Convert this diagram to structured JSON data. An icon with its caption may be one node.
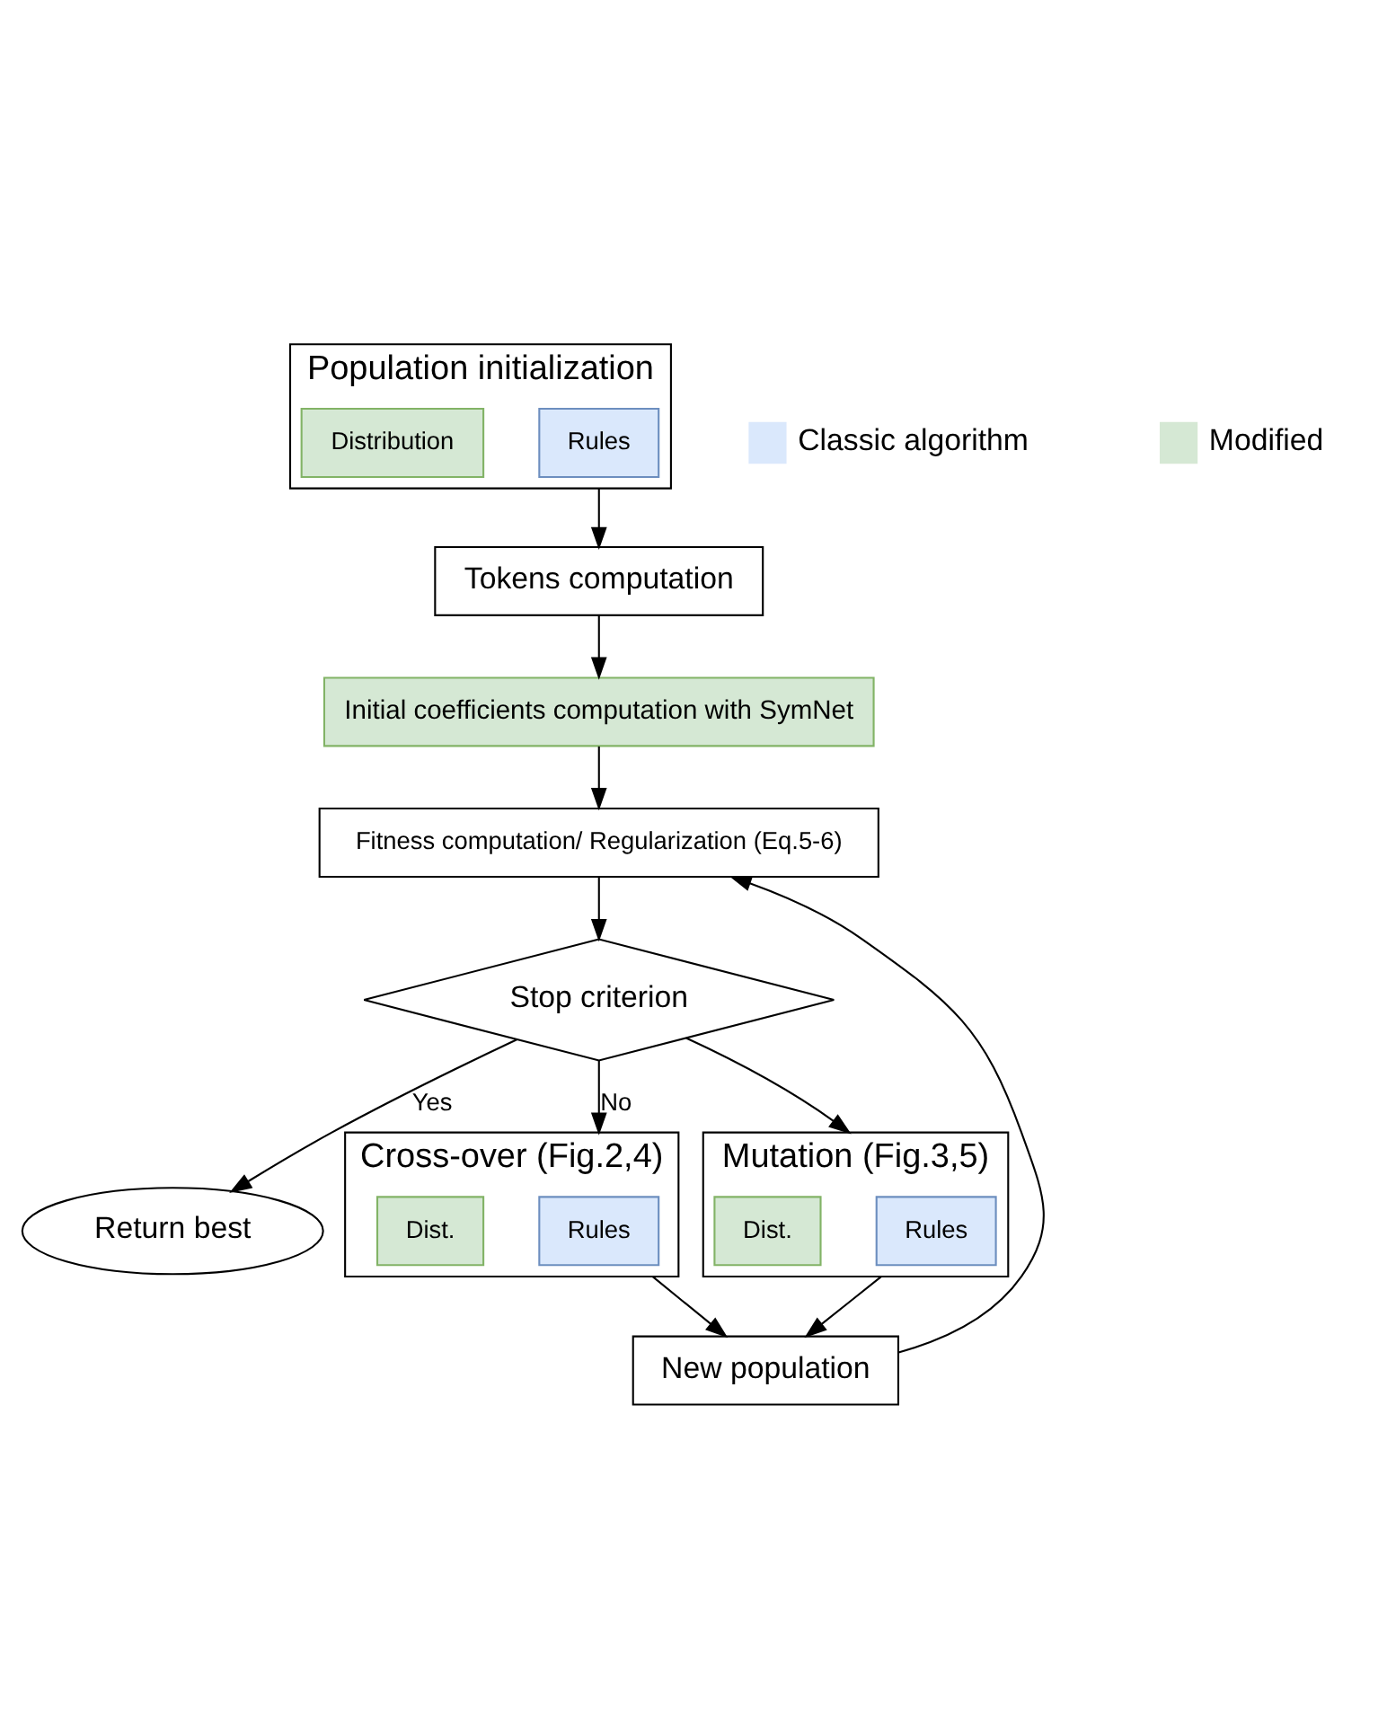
{
  "diagram": {
    "nodes": [
      {
        "text": [
          "Population initialization"
        ]
      },
      {
        "text": [
          "Rules"
        ],
        "in": 0
      },
      {
        "text": [
          "Distribution"
        ],
        "in": 0
      },
      {
        "text": [
          "Tokens computation"
        ]
      },
      {
        "text": [
          "Initial coefficients computation with SymNet"
        ]
      },
      {
        "text": [
          "Fitness computation/ Regularization (Eq.5-6)"
        ]
      },
      {
        "text": [
          "Stop criterion"
        ]
      },
      {
        "text": [
          "Return best"
        ]
      },
      {
        "text": [
          "Cross-over (Fig.2,4)"
        ]
      },
      {
        "text": [
          "Rules"
        ],
        "in": 8
      },
      {
        "text": [
          "Dist."
        ],
        "in": 8
      },
      {
        "text": [
          "Mutation (Fig.3,5)"
        ]
      },
      {
        "text": [
          "Rules"
        ],
        "in": 11
      },
      {
        "text": [
          "Dist."
        ],
        "in": 11
      },
      {
        "text": [
          "New population"
        ]
      }
    ],
    "edges": [
      {
        "from": 0,
        "to": 3,
        "arrow": "to"
      },
      {
        "from": 3,
        "to": 4,
        "arrow": "to"
      },
      {
        "from": 4,
        "to": 5,
        "arrow": "to"
      },
      {
        "from": 5,
        "to": 6,
        "arrow": "to"
      },
      {
        "from": 6,
        "to": 7,
        "arrow": "to",
        "label": "Yes"
      },
      {
        "from": 6,
        "to": 8,
        "arrow": "to",
        "label": "No"
      },
      {
        "from": 6,
        "to": 11,
        "arrow": "to"
      },
      {
        "from": 8,
        "to": 14,
        "arrow": "to"
      },
      {
        "from": 11,
        "to": 14,
        "arrow": "to"
      },
      {
        "from": 14,
        "to": 5,
        "arrow": "to"
      }
    ],
    "legend": [
      {
        "text": "Classic algorithm",
        "color": "#dae8fc"
      },
      {
        "text": "Modified",
        "color": "#d5e8d4"
      }
    ]
  }
}
